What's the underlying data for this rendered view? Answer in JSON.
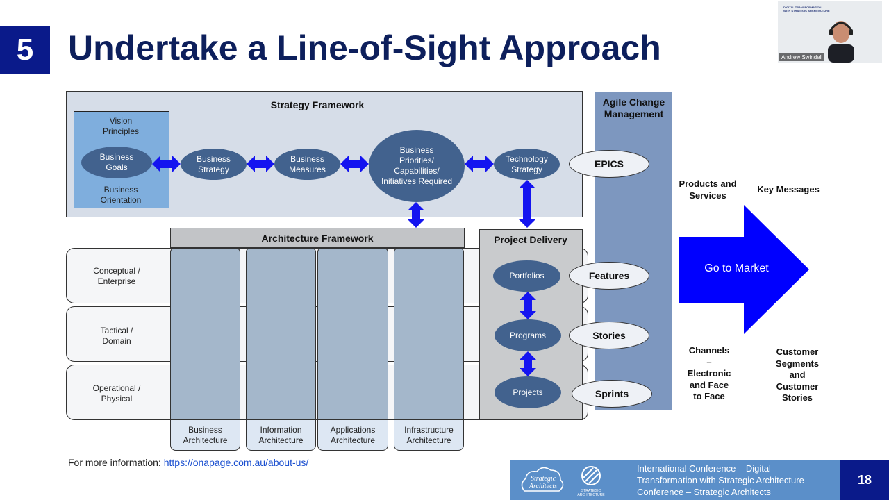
{
  "slide": {
    "number": "5",
    "title": "Undertake a Line-of-Sight Approach",
    "page_number": "18"
  },
  "video": {
    "participant_name": "Andrew Swindell",
    "banner_line1": "DIGITAL TRANSFORMATION",
    "banner_line2": "WITH STRATEGIC ARCHITECTURE"
  },
  "strategy_framework": {
    "title": "Strategy Framework",
    "business_orientation": {
      "top_line1": "Vision",
      "top_line2": "Principles",
      "goals_line1": "Business",
      "goals_line2": "Goals",
      "bottom_line1": "Business",
      "bottom_line2": "Orientation"
    },
    "business_strategy": [
      "Business",
      "Strategy"
    ],
    "business_measures": [
      "Business",
      "Measures"
    ],
    "priorities": [
      "Business",
      "Priorities/",
      "Capabilities/",
      "Initiatives Required"
    ],
    "technology_strategy": [
      "Technology",
      "Strategy"
    ]
  },
  "agile": {
    "title_line1": "Agile Change",
    "title_line2": "Management",
    "epics": "EPICS",
    "features": "Features",
    "stories": "Stories",
    "sprints": "Sprints"
  },
  "architecture_framework": {
    "title": "Architecture Framework",
    "rows": [
      [
        "Conceptual /",
        "Enterprise"
      ],
      [
        "Tactical /",
        "Domain"
      ],
      [
        "Operational /",
        "Physical"
      ]
    ],
    "columns": [
      [
        "Business",
        "Architecture"
      ],
      [
        "Information",
        "Architecture"
      ],
      [
        "Applications",
        "Architecture"
      ],
      [
        "Infrastructure",
        "Architecture"
      ]
    ]
  },
  "project_delivery": {
    "title": "Project Delivery",
    "portfolios": "Portfolios",
    "programs": "Programs",
    "projects": "Projects"
  },
  "go_to_market": {
    "label": "Go to Market",
    "products_services": [
      "Products and",
      "Services"
    ],
    "key_messages": "Key Messages",
    "channels": [
      "Channels",
      "–",
      "Electronic",
      "and Face",
      "to Face"
    ],
    "customer": [
      "Customer",
      "Segments",
      "and",
      "Customer",
      "Stories"
    ]
  },
  "footer": {
    "more_info_label": "For more information: ",
    "more_info_link": "https://onapage.com.au/about-us/",
    "logo1_line1": "Strategic",
    "logo1_line2": "Architects",
    "logo2_line1": "STRATEGIC",
    "logo2_line2": "ARCHITECTURE",
    "conference_line1": "International Conference – Digital",
    "conference_line2": "Transformation with Strategic Architecture",
    "conference_line3": "Conference – Strategic Architects"
  },
  "colors": {
    "navy": "#0a1a8a",
    "title_navy": "#0d1f5c",
    "oval_blue": "#42628e",
    "arrow_blue": "#1414f0",
    "go_market_blue": "#0000ff",
    "agile_bar": "#7d97bf",
    "footer_bar": "#5b8fc9"
  }
}
